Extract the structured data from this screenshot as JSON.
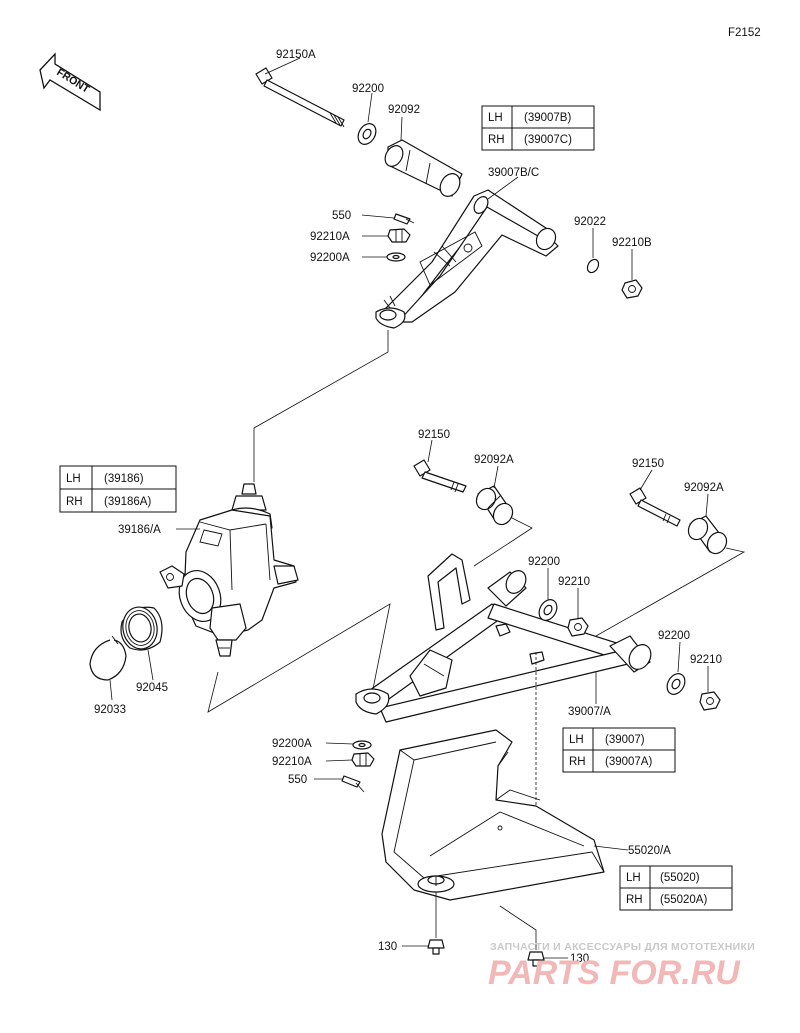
{
  "figure_code": "F2152",
  "front_label": "FRONT",
  "labels": {
    "bolt_upper": "92150A",
    "washer_upper": "92200",
    "bushing_upper": "92092",
    "upper_arm": "39007B/C",
    "cotter_pin_upper": "550",
    "nut_upper_joint": "92210A",
    "washer_upper_joint": "92200A",
    "washer_upper_rear": "92022",
    "nut_upper_rear": "92210B",
    "knuckle": "39186/A",
    "bearing": "92045",
    "circlip": "92033",
    "bolt_lower_front": "92150",
    "bushing_lower_front": "92092A",
    "bolt_lower_rear": "92150",
    "bushing_lower_rear": "92092A",
    "washer_lower_front": "92200",
    "nut_lower_front": "92210",
    "washer_lower_rear": "92200",
    "nut_lower_rear": "92210",
    "lower_arm": "39007/A",
    "washer_lower_joint": "92200A",
    "nut_lower_joint": "92210A",
    "cotter_pin_lower": "550",
    "guard": "55020/A",
    "bolt_guard_left": "130",
    "bolt_guard_right": "130"
  },
  "tables": {
    "upper_arm": [
      {
        "side": "LH",
        "part": "(39007B)"
      },
      {
        "side": "RH",
        "part": "(39007C)"
      }
    ],
    "knuckle": [
      {
        "side": "LH",
        "part": "(39186)"
      },
      {
        "side": "RH",
        "part": "(39186A)"
      }
    ],
    "lower_arm": [
      {
        "side": "LH",
        "part": "(39007)"
      },
      {
        "side": "RH",
        "part": "(39007A)"
      }
    ],
    "guard": [
      {
        "side": "LH",
        "part": "(55020)"
      },
      {
        "side": "RH",
        "part": "(55020A)"
      }
    ]
  },
  "watermark": {
    "tagline": "ЗАПЧАСТИ И АКСЕССУАРЫ ДЛЯ МОТОТЕХНИКИ",
    "brand": "PARTS FOR.RU"
  }
}
